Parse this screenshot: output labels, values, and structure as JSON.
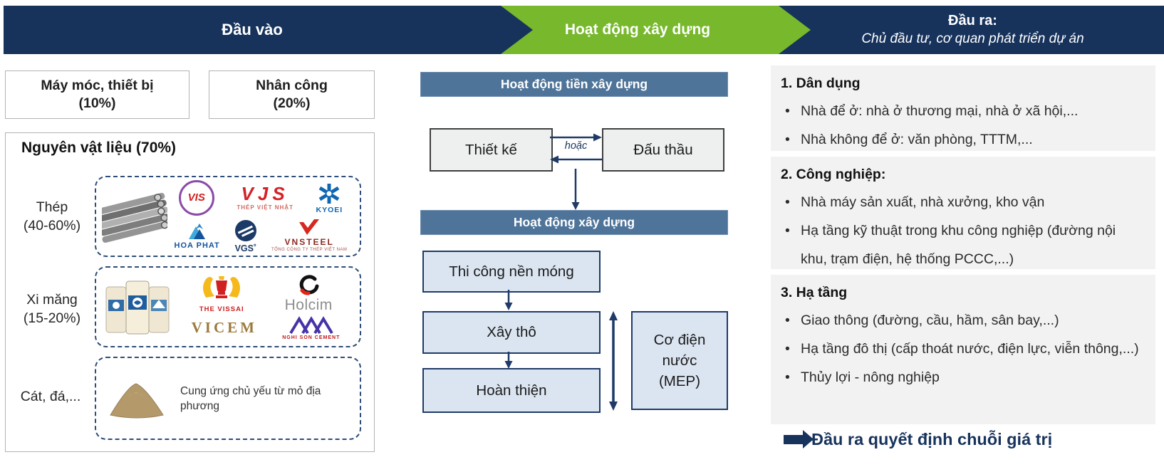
{
  "banners": {
    "input": "Đầu vào",
    "construction": "Hoạt động xây dựng",
    "output_title": "Đầu ra:",
    "output_subtitle": "Chủ đầu tư, cơ quan phát triển dự án"
  },
  "inputs": {
    "machinery_label": "Máy móc, thiết bị",
    "machinery_pct": "(10%)",
    "labor_label": "Nhân công",
    "labor_pct": "(20%)",
    "materials_title": "Nguyên vật liệu (70%)",
    "steel_label": "Thép",
    "steel_pct": "(40-60%)",
    "cement_label": "Xi măng",
    "cement_pct": "(15-20%)",
    "sand_label": "Cát, đá,...",
    "sand_note": "Cung ứng chủ yếu từ mỏ địa phương"
  },
  "brands": {
    "vis": "VIS",
    "vjs": "VJS",
    "vjs_sub": "THÉP VIỆT NHẬT",
    "kyoei": "KYOEI",
    "hoaphat": "HOA PHAT",
    "vgs": "VGS˚",
    "vnsteel": "VNSTEEL",
    "vnsteel_sub": "TỔNG CÔNG TY THÉP VIỆT NAM",
    "vissai": "THE VISSAI",
    "holcim": "Holcim",
    "vicem": "VICEM",
    "nghison": "NGHI SON CEMENT"
  },
  "process": {
    "pre_header": "Hoạt động tiền xây dựng",
    "design": "Thiết kế",
    "or_label": "hoặc",
    "bidding": "Đấu thầu",
    "main_header": "Hoạt động xây dựng",
    "step_foundation": "Thi công nền móng",
    "step_rough": "Xây thô",
    "step_finish": "Hoàn thiện",
    "mep": "Cơ điện nước (MEP)"
  },
  "outputs": {
    "sections": [
      {
        "title": "1. Dân dụng",
        "bullets": [
          "Nhà để ở: nhà ở thương mại, nhà ở xã hội,...",
          "Nhà không để ở: văn phòng, TTTM,..."
        ]
      },
      {
        "title": "2. Công nghiệp:",
        "bullets": [
          "Nhà máy sản xuất, nhà xưởng, kho vận",
          "Hạ tầng kỹ thuật trong khu công nghiệp (đường nội khu, trạm điện, hệ thống PCCC,...)"
        ]
      },
      {
        "title": "3. Hạ tầng",
        "bullets": [
          "Giao thông (đường, cầu, hầm, sân bay,...)",
          "Hạ tầng đô thị (cấp thoát nước, điện lực, viễn thông,...)",
          "Thủy lợi - nông nghiệp"
        ]
      }
    ],
    "conclusion": "Đầu ra quyết định chuỗi giá trị"
  },
  "colors": {
    "navy": "#17335c",
    "green": "#77b82c",
    "bar_blue": "#4f7499",
    "step_blue": "#dbe5f1",
    "panel_gray": "#f2f2f2"
  }
}
